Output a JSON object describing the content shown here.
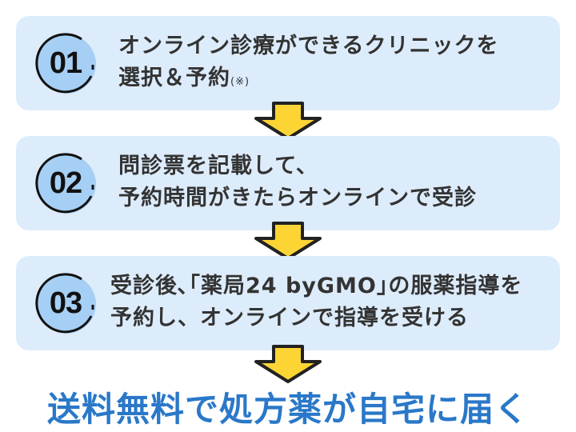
{
  "steps": [
    {
      "number": "01",
      "line1": "オンライン診療ができるクリニックを",
      "line2": "選択＆予約",
      "note": "(※)"
    },
    {
      "number": "02",
      "line1": "問診票を記載して、",
      "line2": "予約時間がきたらオンラインで受診",
      "note": ""
    },
    {
      "number": "03",
      "line1": "受診後､｢薬局24 byGMO｣の服薬指導を",
      "line2": "予約し、オンラインで指導を受ける",
      "note": ""
    }
  ],
  "final_message": "送料無料で処方薬が自宅に届く",
  "colors": {
    "card": "#ddecfb",
    "badge": "#a6cff5",
    "arrow": "#fcd535",
    "accent": "#2a78c8"
  }
}
